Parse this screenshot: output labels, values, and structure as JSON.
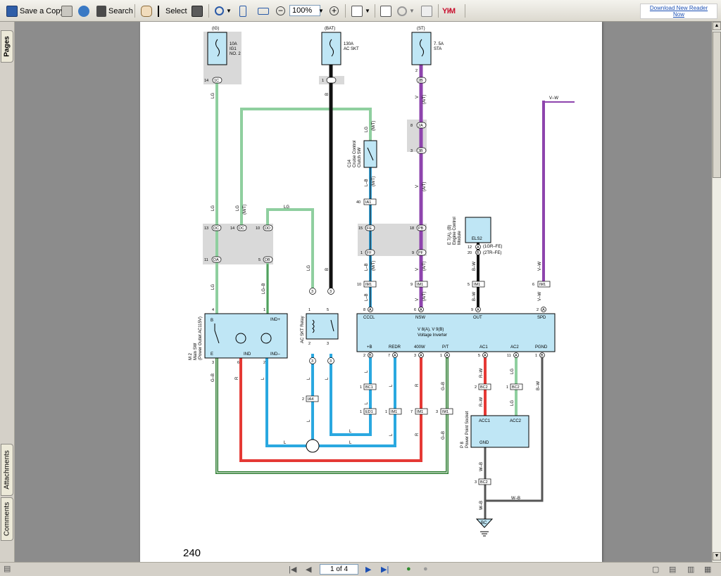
{
  "toolbar": {
    "save_copy": "Save a Copy",
    "search": "Search",
    "select": "Select",
    "zoom": "100%",
    "download_line1": "Download New Reader",
    "download_line2": "Now"
  },
  "side_tabs": {
    "pages": "Pages",
    "attachments": "Attachments",
    "comments": "Comments"
  },
  "status": {
    "page_indicator": "1 of 4"
  },
  "diagram": {
    "page_number": "240",
    "fuses": {
      "ig": {
        "source": "(IG)",
        "rating": "10A",
        "name1": "IG1",
        "name2": "NO. 2"
      },
      "bat": {
        "source": "(BAT)",
        "rating": "130A",
        "name1": "AC SKT"
      },
      "st": {
        "source": "(ST)",
        "rating": "7. 5A",
        "name1": "STA"
      }
    },
    "components": {
      "cruise_id": "C14",
      "cruise_l1": "Cruise Control",
      "cruise_l2": "Clutch SW",
      "ecm_id": "E 7(A), (B)",
      "ecm_l1": "Engine Control",
      "ecm_l2": "Module",
      "ecm_pin": "ELS2",
      "ecm_var1": "(1GR–FE)",
      "ecm_var2": "(2TR–FE)",
      "inv_id": "V 8(A), V 9(B)",
      "inv_name": "Voltage Inverter",
      "inv_cccl": "CCCL",
      "inv_nsw": "NSW",
      "inv_out": "OUT",
      "inv_spd": "SPD",
      "inv_pb": "+B",
      "inv_redr": "REDR",
      "inv_400w": "400W",
      "inv_pt": "P/T",
      "inv_ac1": "AC1",
      "inv_ac2": "AC2",
      "inv_pgnd": "PGND",
      "mainsw_id": "M 2",
      "mainsw_l1": "Main SW",
      "mainsw_l2": "(Power Outlet AC115V)",
      "mainsw_b": "B",
      "mainsw_e": "E",
      "mainsw_ind": "IND",
      "mainsw_indp": "IND+",
      "mainsw_indm": "IND–",
      "relay": "AC SKT Relay",
      "socket_id": "P 8",
      "socket_name": "Power Point Socket",
      "socket_acc1": "ACC1",
      "socket_acc2": "ACC2",
      "socket_gnd": "GND",
      "ground": "BC"
    },
    "wires": {
      "lg": "LG",
      "b": "B",
      "v": "V",
      "vw": "V–W",
      "lb": "L–B",
      "lgb": "LG–B",
      "l": "L",
      "r": "R",
      "gb": "G–B",
      "bw": "B–W",
      "rw": "R–W",
      "wb": "W–B",
      "at": "(A/T)",
      "mt": "(M/T)"
    },
    "connectors": {
      "c1C": "1C",
      "c2B": "2B",
      "c2A": "2A",
      "c3B": "3B",
      "DC": "DC",
      "DD": "DD",
      "DA": "DA",
      "DB": "DB",
      "FE": "FE",
      "FF": "FF",
      "PB": "PB",
      "PF": "PF",
      "IA1": "IA1",
      "IM1": "IM1",
      "IA4": "IA4",
      "BC1": "BC1",
      "BC2": "BC2",
      "EDT": "ED1",
      "A": "A",
      "B": "B"
    },
    "pins": {
      "p1": "1",
      "p2": "2",
      "p3": "3",
      "p4": "4",
      "p5": "5",
      "p6": "6",
      "p7": "7",
      "p8": "8",
      "p9": "9",
      "p10": "10",
      "p11": "11",
      "p12": "12",
      "p13": "13",
      "p14": "14",
      "p15": "15",
      "p18": "18",
      "p20": "20",
      "p40": "40"
    }
  }
}
